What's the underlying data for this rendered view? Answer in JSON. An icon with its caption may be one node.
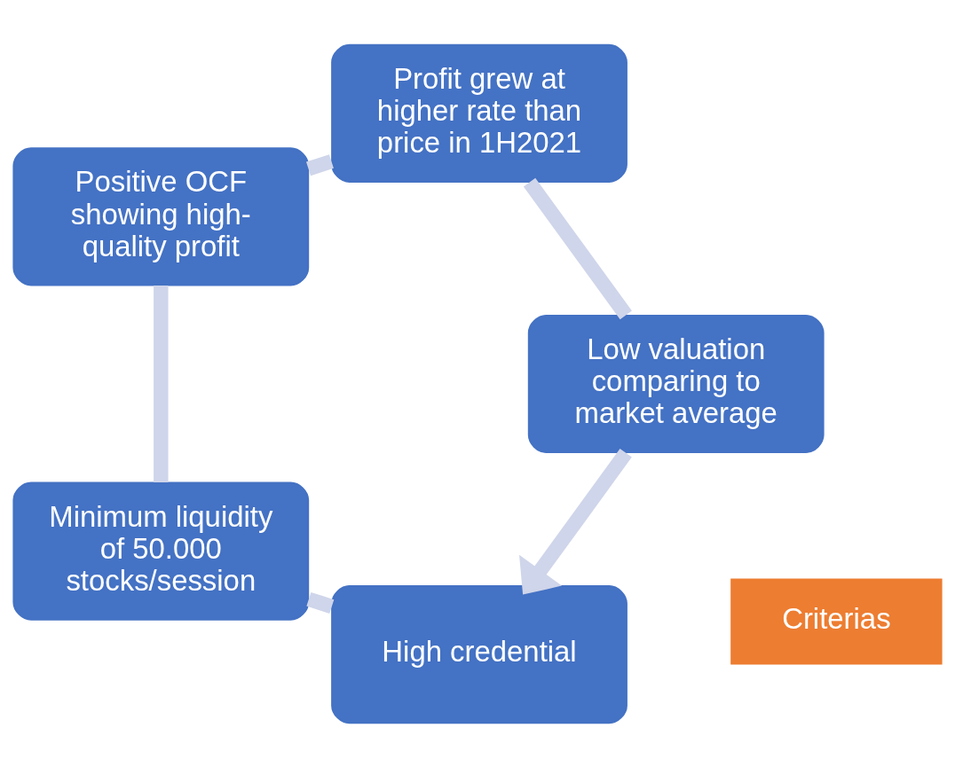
{
  "diagram": {
    "nodes": [
      {
        "text": [
          "High credential"
        ]
      },
      {
        "text": [
          "Minimum liquidity of 50.000 stocks/session"
        ]
      },
      {
        "text": [
          "Positive OCF showing high-quality profit"
        ]
      },
      {
        "text": [
          "Profit grew at higher rate than price in 1H2021"
        ]
      },
      {
        "text": [
          "Low valuation comparing to market average"
        ]
      },
      {
        "text": [
          "Criterias"
        ]
      }
    ],
    "edges": [
      {
        "from": 0,
        "to": 1,
        "arrow": "none"
      },
      {
        "from": 1,
        "to": 2,
        "arrow": "none"
      },
      {
        "from": 2,
        "to": 3,
        "arrow": "none"
      },
      {
        "from": 3,
        "to": 4,
        "arrow": "none"
      },
      {
        "from": 4,
        "to": 0,
        "arrow": "to"
      }
    ]
  }
}
